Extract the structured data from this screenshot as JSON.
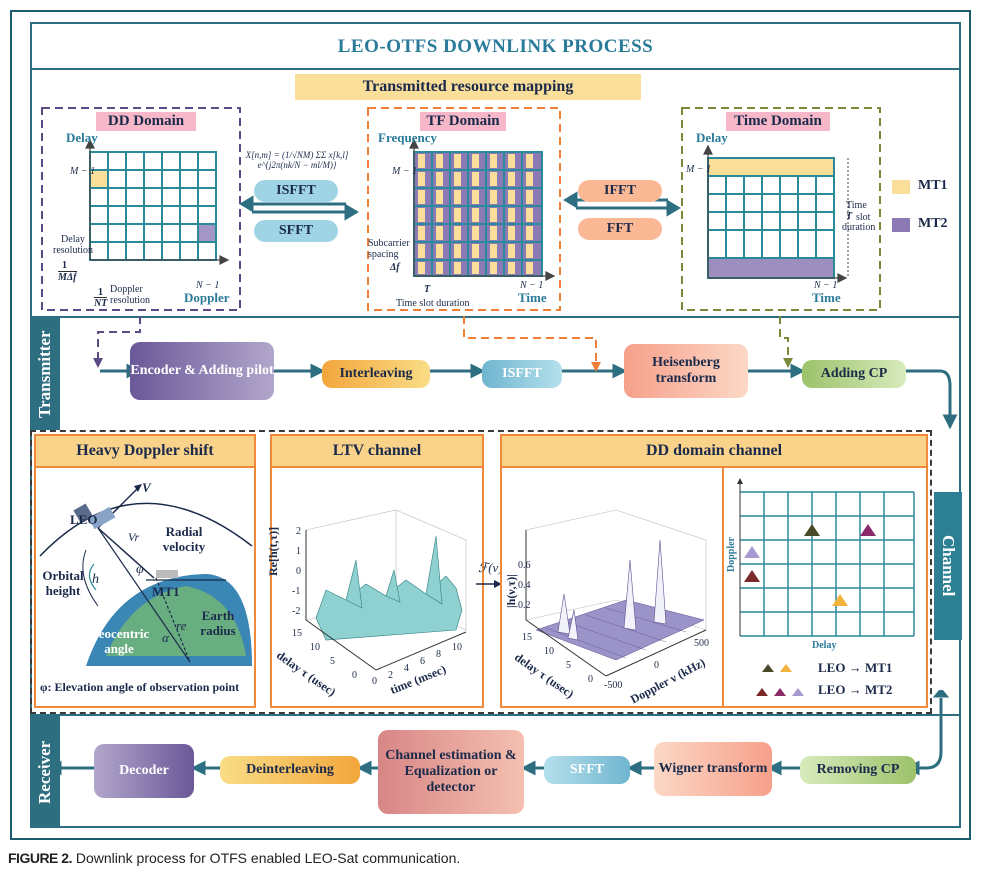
{
  "title": "LEO-OTFS DOWNLINK PROCESS",
  "mapping_label": "Transmitted resource mapping",
  "dd_domain": {
    "title": "DD Domain",
    "y_axis": "Delay",
    "x_axis": "Doppler",
    "m_label": "M − 1",
    "n_label": "N − 1",
    "delay_res_label": "Delay resolution",
    "delay_res_frac": "1",
    "delay_res_den": "MΔf",
    "doppler_res_frac": "1",
    "doppler_res_den": "NT",
    "doppler_res_label": "Doppler resolution"
  },
  "formula": "X[n,m] = (1/√NM) ΣΣ x[k,l] e^{j2π(nk/N − ml/M)}",
  "isfft": "ISFFT",
  "sfft": "SFFT",
  "tf_domain": {
    "title": "TF Domain",
    "y_axis": "Frequency",
    "x_axis": "Time",
    "m_label": "M − 1",
    "n_label": "N − 1",
    "subcarrier_label": "Subcarrier spacing",
    "delta_f": "Δf",
    "t_label": "T",
    "slot_label": "Time slot duration"
  },
  "ifft": "IFFT",
  "fft": "FFT",
  "time_domain": {
    "title": "Time Domain",
    "y_axis": "Delay",
    "x_axis": "Time",
    "m_label": "M − 1",
    "n_label": "N − 1",
    "t_label": "T",
    "slot_label_1": "Time",
    "slot_label_2": "slot",
    "slot_label_3": "duration"
  },
  "legend": {
    "mt1": "MT1",
    "mt2": "MT2"
  },
  "transmitter": {
    "label": "Transmitter",
    "blocks": [
      "Encoder & Adding pilot",
      "Interleaving",
      "ISFFT",
      "Heisenberg transform",
      "Adding CP"
    ]
  },
  "channel_label": "Channel",
  "doppler_panel": {
    "title": "Heavy Doppler shift",
    "v": "V",
    "vr": "Vr",
    "leo": "LEO",
    "radial": "Radial velocity",
    "orbital": "Orbital height",
    "h": "h",
    "phi": "φ",
    "mt1": "MT1",
    "earth_radius": "Earth radius",
    "re": "re",
    "geo": "Geocentric angle",
    "alpha": "α",
    "caption": "φ: Elevation angle of observation point"
  },
  "ltv_panel": {
    "title": "LTV channel",
    "zlabel": "Re[h(t,τ)]",
    "xlabel": "delay τ (usec)",
    "ylabel": "time (msec)",
    "transform": "ℱ(ν)",
    "z_ticks": [
      "2",
      "1",
      "0",
      "-1",
      "-2"
    ],
    "x_ticks": [
      "15",
      "10",
      "5",
      "0"
    ],
    "y_ticks": [
      "0",
      "2",
      "4",
      "6",
      "8",
      "10"
    ]
  },
  "dd_channel_panel": {
    "title": "DD domain channel",
    "zlabel": "|h(ν,τ)|",
    "xlabel": "delay τ (usec)",
    "ylabel": "Doppler ν (kHz)",
    "z_ticks": [
      "0.6",
      "0.4",
      "0.2"
    ],
    "x_ticks": [
      "15",
      "10",
      "5",
      "0"
    ],
    "y_ticks": [
      "-500",
      "0",
      "500"
    ],
    "grid_y": "Doppler",
    "grid_x": "Delay",
    "leo_mt1": "LEO → MT1",
    "leo_mt2": "LEO → MT2"
  },
  "receiver": {
    "label": "Receiver",
    "blocks": [
      "Removing CP",
      "Wigner transform",
      "SFFT",
      "Channel estimation & Equalization or detector",
      "Deinterleaving",
      "Decoder"
    ]
  },
  "caption_prefix": "FIGURE 2.",
  "caption_text": "Downlink process for OTFS enabled LEO-Sat communication.",
  "colors": {
    "teal": "#2d6e80",
    "mt1": "#f9df9a",
    "mt2": "#8c7ab5",
    "grid": "#2a8a9a"
  }
}
